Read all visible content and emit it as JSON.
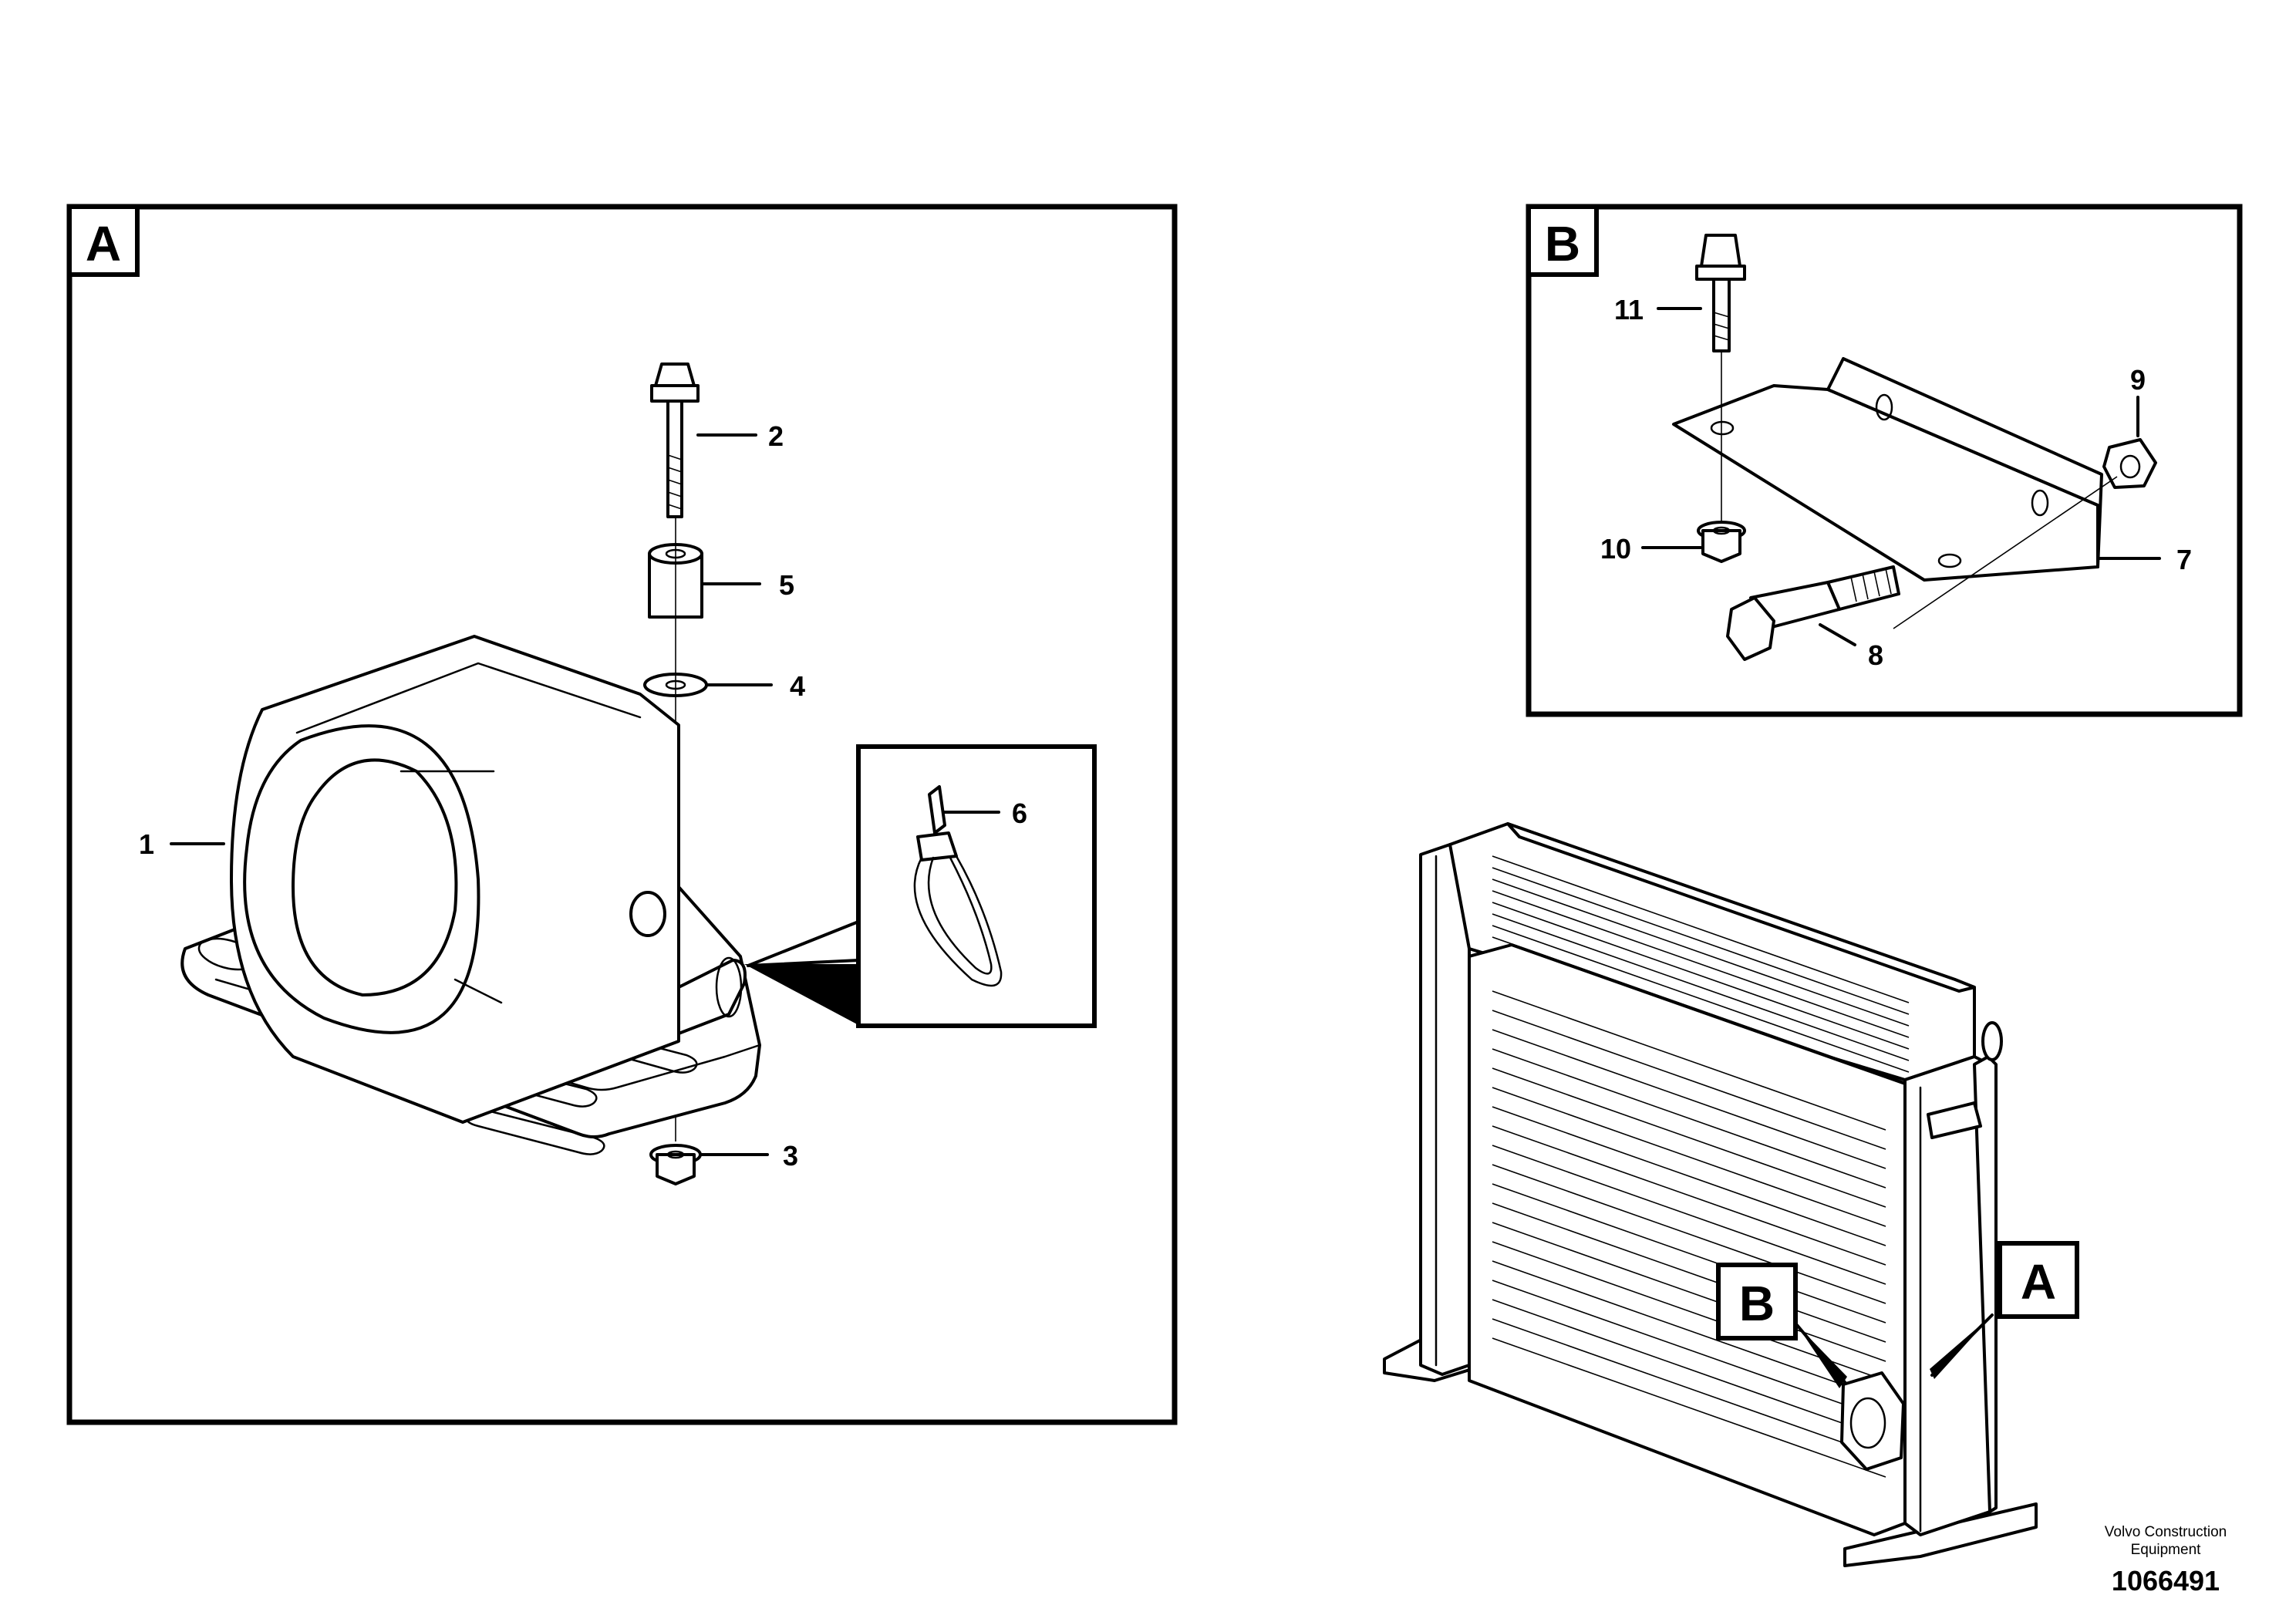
{
  "detail_a": {
    "letter": "A",
    "callouts": [
      "1",
      "2",
      "3",
      "4",
      "5",
      "6"
    ]
  },
  "detail_b": {
    "letter": "B",
    "callouts": [
      "7",
      "8",
      "9",
      "10",
      "11"
    ]
  },
  "overview": {
    "marker_a": "A",
    "marker_b": "B"
  },
  "footer": {
    "publisher_line1": "Volvo Construction",
    "publisher_line2": "Equipment",
    "illustration_number": "1066491"
  }
}
